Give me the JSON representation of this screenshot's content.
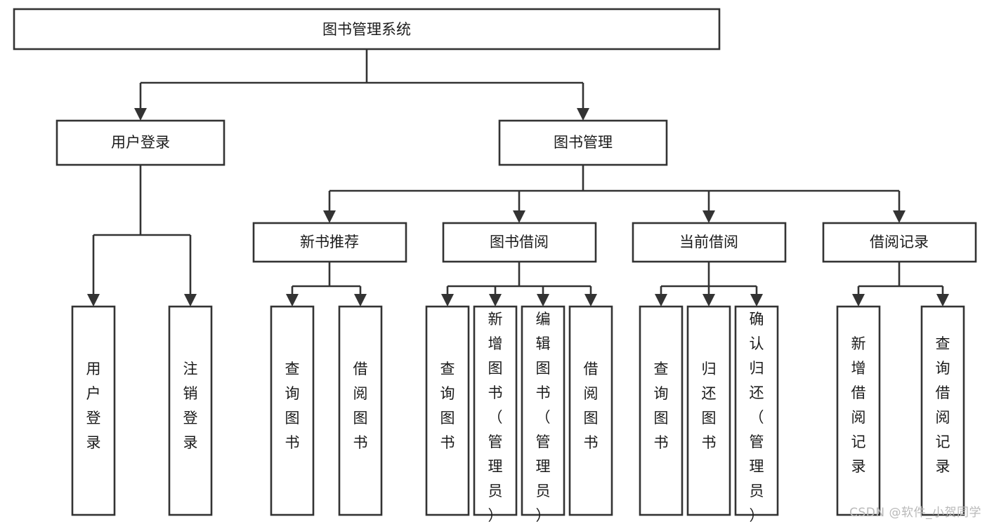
{
  "diagram": {
    "title": "图书管理系统",
    "watermark": "CSDN @软件_小贺同学",
    "colors": {
      "stroke": "#333333",
      "fill": "#ffffff",
      "text": "#1b1b1b",
      "watermark": "#b9b9b9"
    },
    "root": {
      "label": "图书管理系统"
    },
    "level1": [
      {
        "label": "用户登录"
      },
      {
        "label": "图书管理"
      }
    ],
    "level2": [
      {
        "label": "新书推荐"
      },
      {
        "label": "图书借阅"
      },
      {
        "label": "当前借阅"
      },
      {
        "label": "借阅记录"
      }
    ],
    "leaves": {
      "user_login": [
        {
          "label": "用户登录"
        },
        {
          "label": "注销登录"
        }
      ],
      "new_book": [
        {
          "label": "查询图书"
        },
        {
          "label": "借阅图书"
        }
      ],
      "book_borrow": [
        {
          "label": "查询图书"
        },
        {
          "label": "新增图书（管理员）"
        },
        {
          "label": "编辑图书（管理员）"
        },
        {
          "label": "借阅图书"
        }
      ],
      "current_borrow": [
        {
          "label": "查询图书"
        },
        {
          "label": "归还图书"
        },
        {
          "label": "确认归还（管理员）"
        }
      ],
      "borrow_record": [
        {
          "label": "新增借阅记录"
        },
        {
          "label": "查询借阅记录"
        }
      ]
    }
  }
}
